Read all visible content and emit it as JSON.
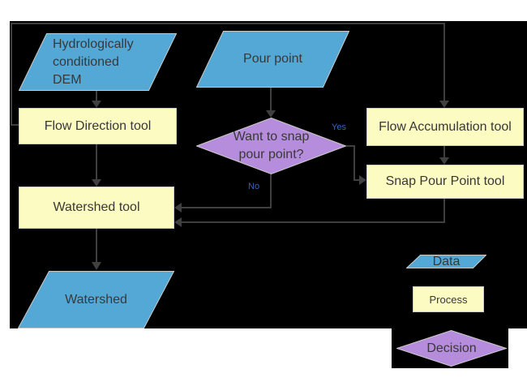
{
  "colors": {
    "background": "#ffffff",
    "panel": "#000000",
    "data_fill": "#54a8d6",
    "process_fill": "#fcfbc1",
    "decision_fill": "#b68ddc",
    "shape_border": "#c9c9c9",
    "connector": "#3f3f3f",
    "label": "#383838",
    "edge_label": "#3c64b0"
  },
  "nodes": {
    "dem": {
      "lines": [
        "Hydrologically",
        "conditioned",
        "DEM"
      ]
    },
    "pour_point": {
      "label": "Pour point"
    },
    "flow_direction": {
      "label": "Flow Direction tool"
    },
    "flow_accumulation": {
      "label": "Flow Accumulation tool"
    },
    "snap_pour_point": {
      "label": "Snap Pour Point tool"
    },
    "decision": {
      "lines": [
        "Want to snap",
        "pour point?"
      ]
    },
    "watershed_tool": {
      "label": "Watershed tool"
    },
    "watershed": {
      "label": "Watershed"
    }
  },
  "edge_labels": {
    "yes": "Yes",
    "no": "No"
  },
  "legend": {
    "data": "Data",
    "process": "Process",
    "decision": "Decision"
  }
}
